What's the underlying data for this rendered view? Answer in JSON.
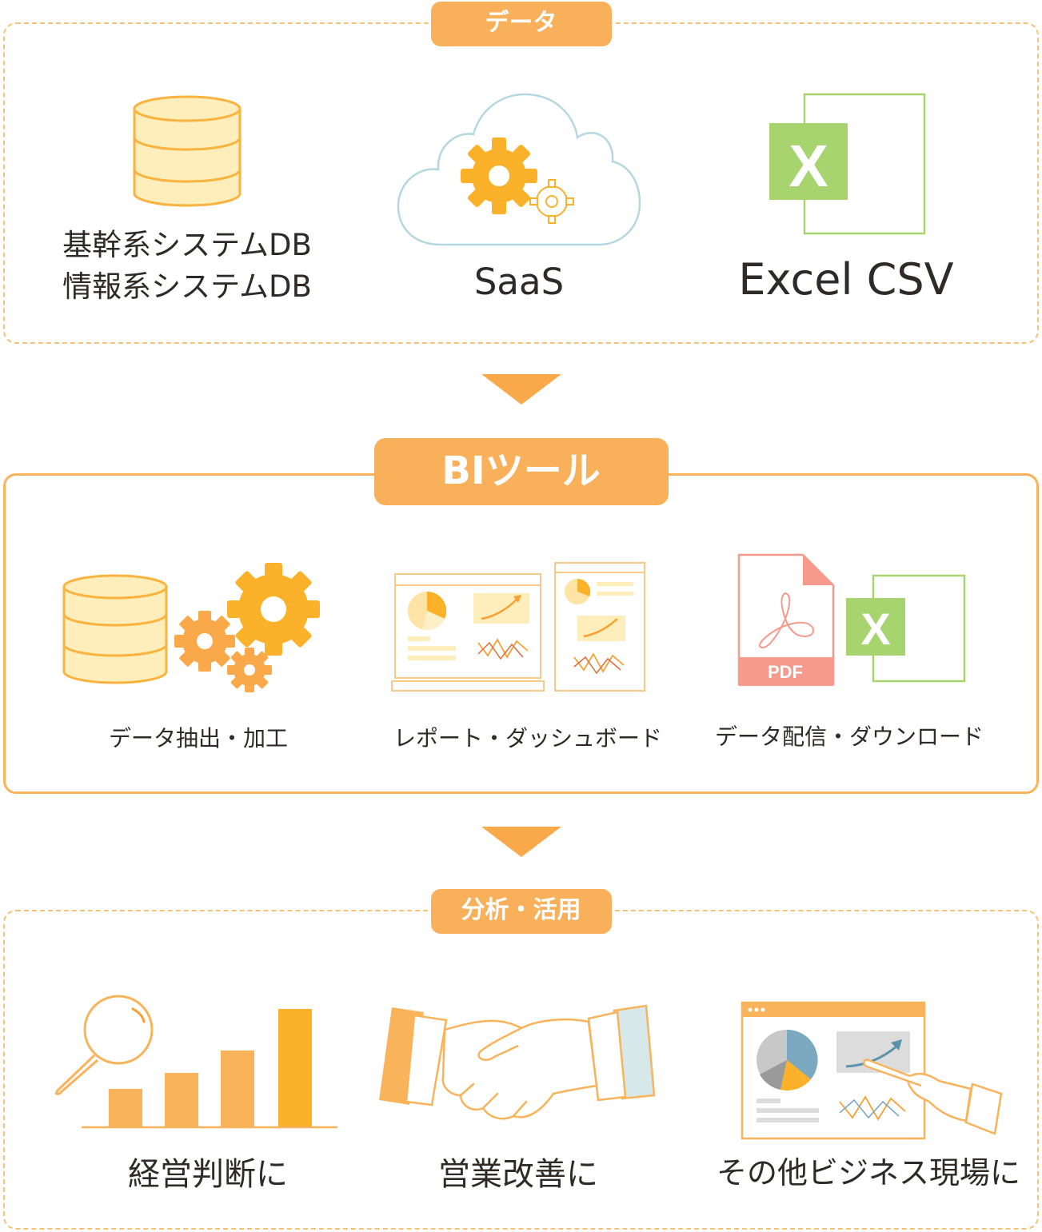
{
  "data_section": {
    "title": "データ",
    "items": [
      {
        "label_line1": "基幹系システムDB",
        "label_line2": "情報系システムDB",
        "icon": "database-icon"
      },
      {
        "label": "SaaS",
        "icon": "cloud-gear-icon"
      },
      {
        "label": "Excel CSV",
        "icon": "excel-icon",
        "icon_letter": "X"
      }
    ]
  },
  "bi_section": {
    "title": "BIツール",
    "items": [
      {
        "label": "データ抽出・加工",
        "icon": "database-gears-icon"
      },
      {
        "label": "レポート・ダッシュボード",
        "icon": "dashboard-icon"
      },
      {
        "label": "データ配信・ダウンロード",
        "icon": "pdf-excel-icon",
        "pdf_text": "PDF",
        "excel_letter": "X"
      }
    ]
  },
  "usage_section": {
    "title": "分析・活用",
    "items": [
      {
        "label": "経営判断に",
        "icon": "magnifier-bar-chart-icon"
      },
      {
        "label": "営業改善に",
        "icon": "handshake-icon"
      },
      {
        "label": "その他ビジネス現場に",
        "icon": "browser-dashboard-pointer-icon"
      }
    ]
  },
  "colors": {
    "accent_orange": "#f9b05a",
    "gear_orange": "#fbb22a",
    "cream": "#fdeebc",
    "excel_green": "#a8d46f",
    "pdf_red": "#f59a8c",
    "cloud_outline": "#b5d7e0",
    "text": "#2f2a26"
  }
}
